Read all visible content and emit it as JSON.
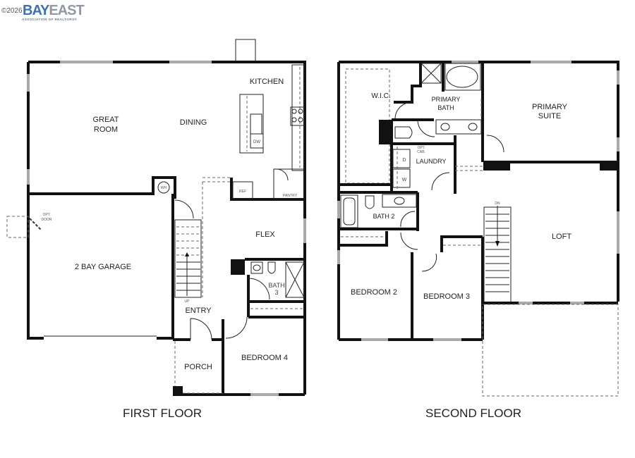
{
  "header": {
    "copyright": "©2026",
    "brand_bay": "BAY",
    "brand_east": "EAST",
    "brand_subtitle": "ASSOCIATION OF REALTORS®"
  },
  "first_floor": {
    "caption": "FIRST FLOOR",
    "rooms": {
      "great_room_line1": "GREAT",
      "great_room_line2": "ROOM",
      "dining": "DINING",
      "kitchen": "KITCHEN",
      "garage": "2 BAY GARAGE",
      "flex": "FLEX",
      "bath3_line1": "BATH",
      "bath3_line2": "3",
      "entry": "ENTRY",
      "porch": "PORCH",
      "bedroom4": "BEDROOM 4",
      "pantry": "PANTRY"
    },
    "fixtures": {
      "dishwasher": "DW",
      "refrigerator": "REF",
      "water_heater": "WH",
      "stairs_direction": "UP",
      "opt_door_line1": "OPT.",
      "opt_door_line2": "DOOR"
    }
  },
  "second_floor": {
    "caption": "SECOND FLOOR",
    "rooms": {
      "wic": "W.I.C.",
      "primary_bath_line1": "PRIMARY",
      "primary_bath_line2": "BATH",
      "primary_suite_line1": "PRIMARY",
      "primary_suite_line2": "SUITE",
      "laundry": "LAUNDRY",
      "bath2": "BATH 2",
      "loft": "LOFT",
      "bedroom2": "BEDROOM 2",
      "bedroom3": "BEDROOM 3"
    },
    "fixtures": {
      "dryer": "D",
      "washer": "W",
      "opt_cab_line1": "OPT.",
      "opt_cab_line2": "CAB.",
      "stairs_direction": "DN"
    }
  }
}
